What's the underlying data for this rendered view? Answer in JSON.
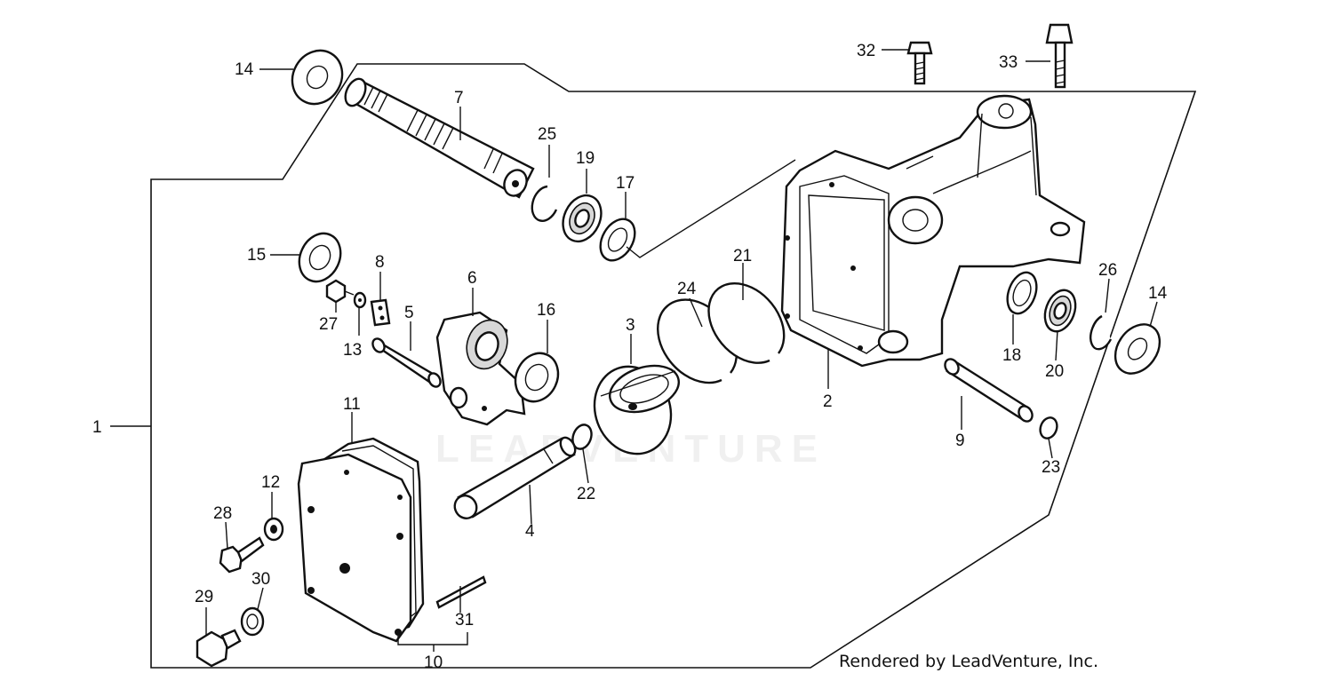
{
  "diagram": {
    "watermark": "LEADVENTURE",
    "credit": "Rendered by LeadVenture, Inc.",
    "callouts": {
      "c1": "1",
      "c2": "2",
      "c3": "3",
      "c4": "4",
      "c5": "5",
      "c6": "6",
      "c7": "7",
      "c8": "8",
      "c9": "9",
      "c10": "10",
      "c11": "11",
      "c12": "12",
      "c13": "13",
      "c14a": "14",
      "c14b": "14",
      "c15": "15",
      "c16": "16",
      "c17": "17",
      "c18": "18",
      "c19": "19",
      "c20": "20",
      "c21": "21",
      "c22": "22",
      "c23": "23",
      "c24": "24",
      "c25": "25",
      "c26": "26",
      "c27": "27",
      "c28": "28",
      "c29": "29",
      "c30": "30",
      "c31": "31",
      "c32": "32",
      "c33": "33"
    }
  }
}
